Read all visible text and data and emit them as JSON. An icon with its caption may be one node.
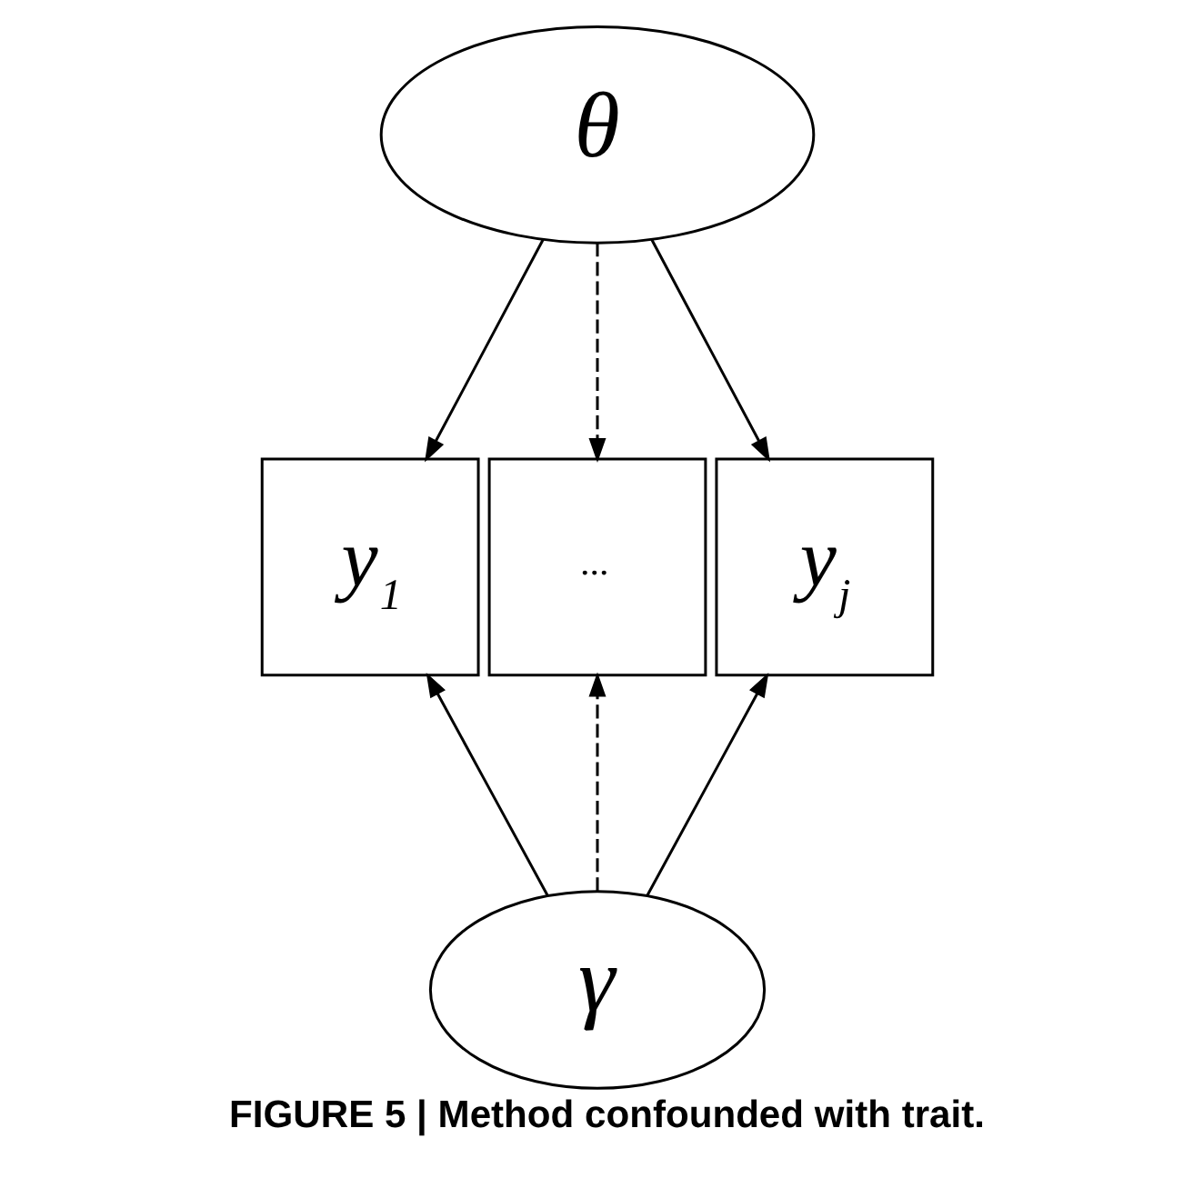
{
  "diagram": {
    "caption": "FIGURE 5 | Method confounded with trait.",
    "nodes": [
      {
        "text": [
          "θ"
        ]
      },
      {
        "text": [
          "y$_{1}$"
        ]
      },
      {
        "text": [
          "..."
        ]
      },
      {
        "text": [
          "y$_{j}$"
        ]
      },
      {
        "text": [
          "γ"
        ]
      }
    ],
    "edges": [
      {
        "from": 0,
        "to": 1,
        "arrow": "to"
      },
      {
        "from": 0,
        "to": 2,
        "arrow": "to",
        "style": "dashed"
      },
      {
        "from": 0,
        "to": 3,
        "arrow": "to"
      },
      {
        "from": 4,
        "to": 1,
        "arrow": "to"
      },
      {
        "from": 4,
        "to": 2,
        "arrow": "to",
        "style": "dashed"
      },
      {
        "from": 4,
        "to": 3,
        "arrow": "to"
      }
    ]
  }
}
